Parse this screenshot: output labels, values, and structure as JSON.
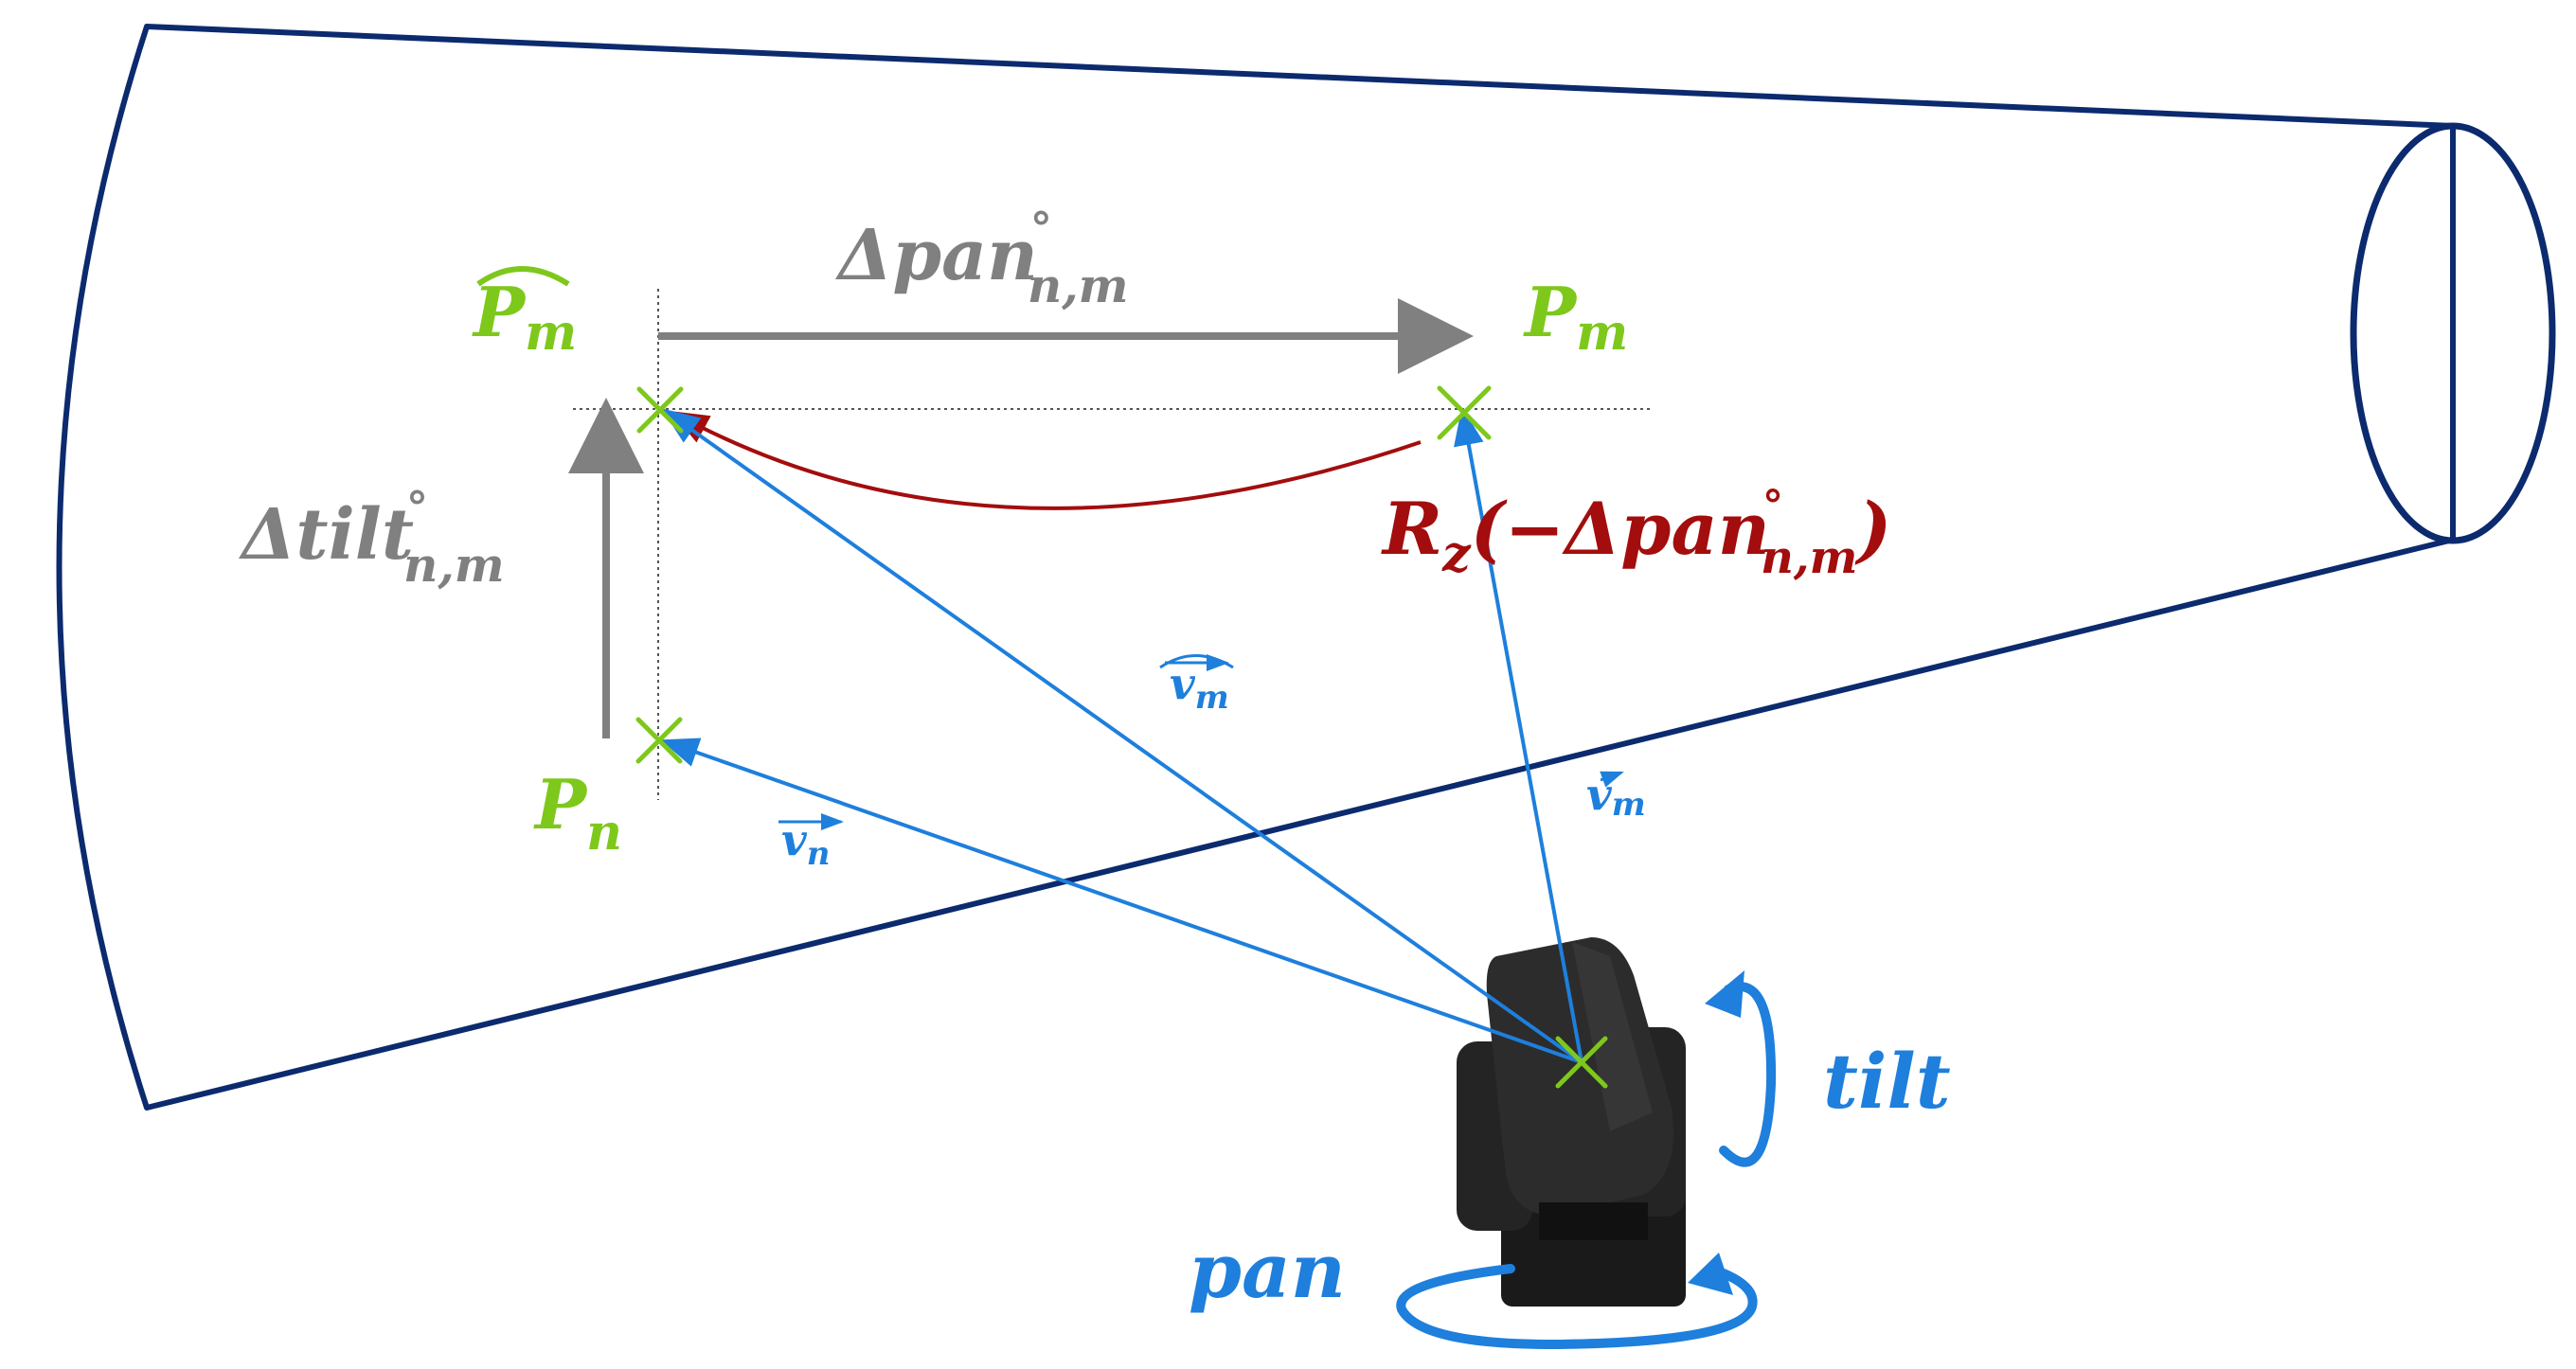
{
  "labels": {
    "p_m_hat": "P",
    "p_m_hat_sub": "m",
    "p_m": "P",
    "p_m_sub": "m",
    "p_n": "P",
    "p_n_sub": "n",
    "delta_pan": "Δpan",
    "delta_pan_sup": "°",
    "delta_pan_sub": "n,m",
    "delta_tilt": "Δtilt",
    "delta_tilt_sup": "°",
    "delta_tilt_sub": "n,m",
    "rotation": "R",
    "rotation_sub": "z",
    "rotation_arg": "(−Δpan",
    "rotation_arg_sup": "°",
    "rotation_arg_sub": "n,m",
    "rotation_close": ")",
    "v_m_hat": "v",
    "v_m_hat_sub": "m",
    "v_m": "v",
    "v_m_sub": "m",
    "v_n": "v",
    "v_n_sub": "n",
    "tilt": "tilt",
    "pan": "pan"
  },
  "colors": {
    "frustum": "#0c2a6e",
    "point": "#7ec81c",
    "delta_arrow": "#808080",
    "rotation": "#a30d0d",
    "vector": "#1e7fdc",
    "camera": "#1c1c1c"
  }
}
